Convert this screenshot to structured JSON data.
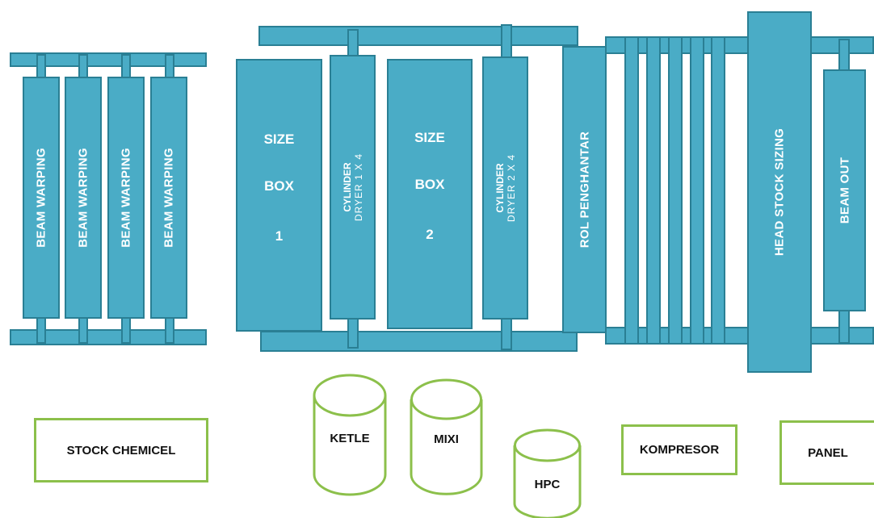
{
  "diagram": {
    "beam_warping_labels": [
      "BEAM WARPING",
      "BEAM WARPING",
      "BEAM WARPING",
      "BEAM WARPING"
    ],
    "size_box_1": {
      "line1": "SIZE",
      "line2": "BOX",
      "line3": "1"
    },
    "size_box_2": {
      "line1": "SIZE",
      "line2": "BOX",
      "line3": "2"
    },
    "cylinder_dryer_1": {
      "line1": "CYLINDER",
      "line2": "DRYER 1 X 4"
    },
    "cylinder_dryer_2": {
      "line1": "CYLINDER",
      "line2": "DRYER 2 X 4"
    },
    "rol_penghantar": "ROL PENGHANTAR",
    "head_stock_sizing": "HEAD STOCK SIZING",
    "beam_out": "BEAM OUT",
    "stock_chemicel": "STOCK CHEMICEL",
    "ketle": "KETLE",
    "mixi": "MIXI",
    "hpc": "HPC",
    "kompresor": "KOMPRESOR",
    "panel": "PANEL",
    "colors": {
      "machine_fill": "#4aacc6",
      "machine_border": "#2a7f94",
      "equipment_border": "#8cc04b"
    }
  }
}
